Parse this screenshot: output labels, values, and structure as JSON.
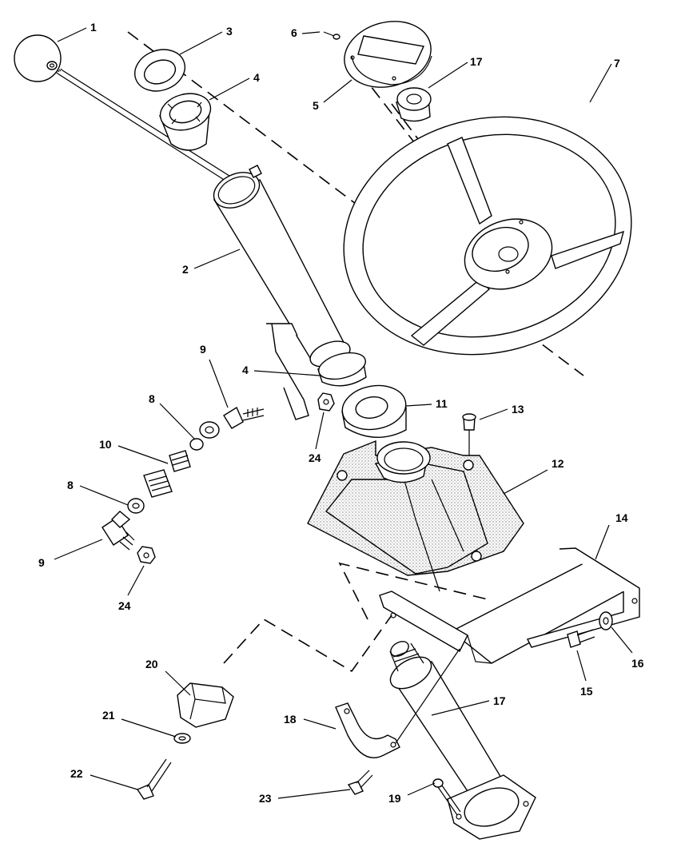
{
  "callouts": {
    "c1": "1",
    "c2": "2",
    "c3": "3",
    "c4a": "4",
    "c4b": "4",
    "c5": "5",
    "c6": "6",
    "c7": "7",
    "c8a": "8",
    "c8b": "8",
    "c9a": "9",
    "c9b": "9",
    "c10": "10",
    "c11": "11",
    "c12": "12",
    "c13": "13",
    "c14": "14",
    "c15": "15",
    "c16": "16",
    "c17a": "17",
    "c17b": "17",
    "c18": "18",
    "c19": "19",
    "c20": "20",
    "c21": "21",
    "c22": "22",
    "c23": "23",
    "c24a": "24",
    "c24b": "24"
  },
  "colors": {
    "line": "#000000",
    "background": "#ffffff",
    "shading": "#888888"
  }
}
